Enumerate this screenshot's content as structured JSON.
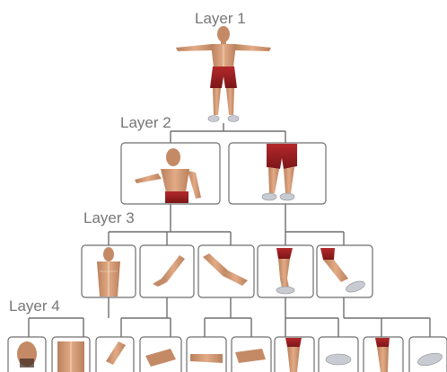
{
  "layers": [
    {
      "label": "Layer 1"
    },
    {
      "label": "Layer 2"
    },
    {
      "label": "Layer 3"
    },
    {
      "label": "Layer 4"
    }
  ],
  "nodes": {
    "layer1": [
      {
        "part": "full-body"
      }
    ],
    "layer2": [
      {
        "part": "upper-body"
      },
      {
        "part": "lower-body"
      }
    ],
    "layer3": [
      {
        "part": "torso"
      },
      {
        "part": "right-arm"
      },
      {
        "part": "left-arm"
      },
      {
        "part": "right-leg"
      },
      {
        "part": "left-leg"
      }
    ],
    "layer4": [
      {
        "part": "head"
      },
      {
        "part": "chest"
      },
      {
        "part": "upper-arm"
      },
      {
        "part": "hand"
      },
      {
        "part": "forearm"
      },
      {
        "part": "hand"
      },
      {
        "part": "thigh"
      },
      {
        "part": "foot"
      },
      {
        "part": "thigh"
      },
      {
        "part": "foot"
      }
    ]
  },
  "colors": {
    "skin": "#d9a07a",
    "skin_shadow": "#b9805c",
    "shorts": "#9c1f22",
    "shoe": "#c8ccd2",
    "line": "#6e6e6e",
    "label": "#767676"
  }
}
